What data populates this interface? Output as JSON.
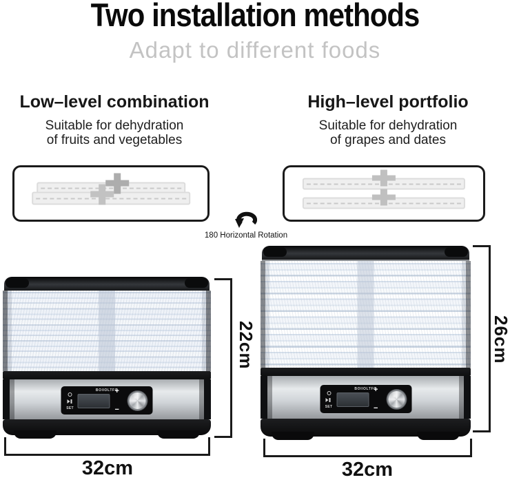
{
  "header": {
    "title": "Two installation methods",
    "subtitle": "Adapt to different foods"
  },
  "columns": {
    "left": {
      "heading": "Low–level combination",
      "desc1": "Suitable for dehydration",
      "desc2": "of fruits and vegetables"
    },
    "right": {
      "heading": "High–level portfolio",
      "desc1": "Suitable for dehydration",
      "desc2": "of grapes and dates"
    }
  },
  "rotation": {
    "label": "180 Horizontal Rotation"
  },
  "products": {
    "left": {
      "height_label": "22cm",
      "width_label": "32cm",
      "brand": "BOIIOLTFO",
      "set_label": "SET",
      "plus_label": "+",
      "minus_label": "−"
    },
    "right": {
      "height_label": "26cm",
      "width_label": "32cm",
      "brand": "BOIIOLTFO",
      "set_label": "SET",
      "plus_label": "+",
      "minus_label": "−"
    }
  },
  "colors": {
    "title_black": "#0a0a0a",
    "subtitle_gray": "#c3c3c3",
    "outline_black": "#1a1a1a",
    "schematic_gray": "#efefef",
    "steel_silver": "#d0d4d8",
    "panel_black": "#0b0b0c"
  }
}
